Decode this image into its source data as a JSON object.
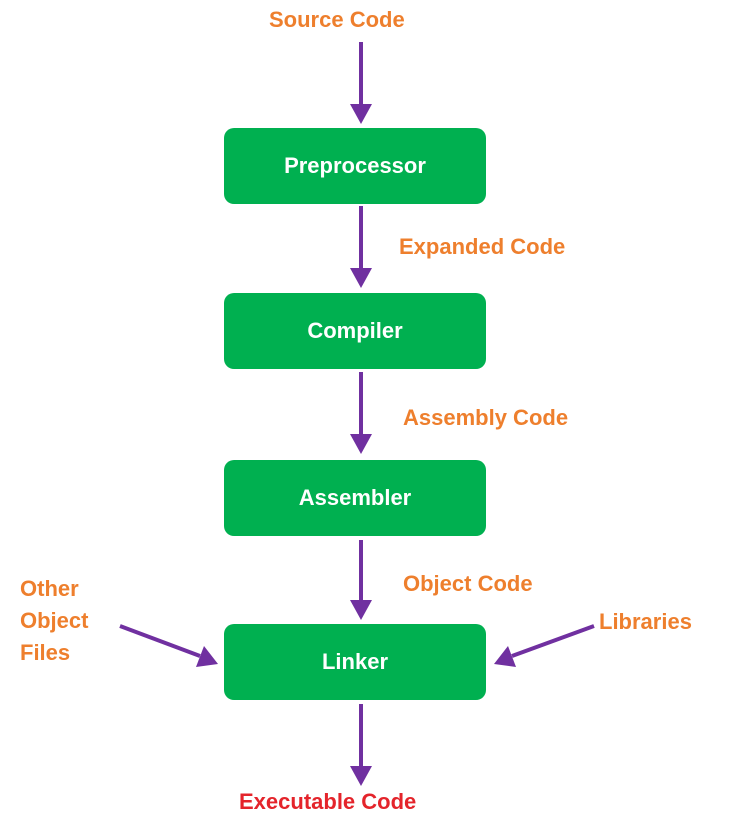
{
  "colors": {
    "stage_fill": "#00b050",
    "stage_text": "#ffffff",
    "label": "#ee7f2d",
    "final_label": "#e4242b",
    "arrow": "#7030a0"
  },
  "labels": {
    "source": "Source Code",
    "expanded": "Expanded Code",
    "assembly": "Assembly Code",
    "object": "Object Code",
    "executable": "Executable Code",
    "libraries": "Libraries",
    "other_object_files": [
      "Other",
      "Object",
      "Files"
    ]
  },
  "stages": {
    "preprocessor": "Preprocessor",
    "compiler": "Compiler",
    "assembler": "Assembler",
    "linker": "Linker"
  }
}
